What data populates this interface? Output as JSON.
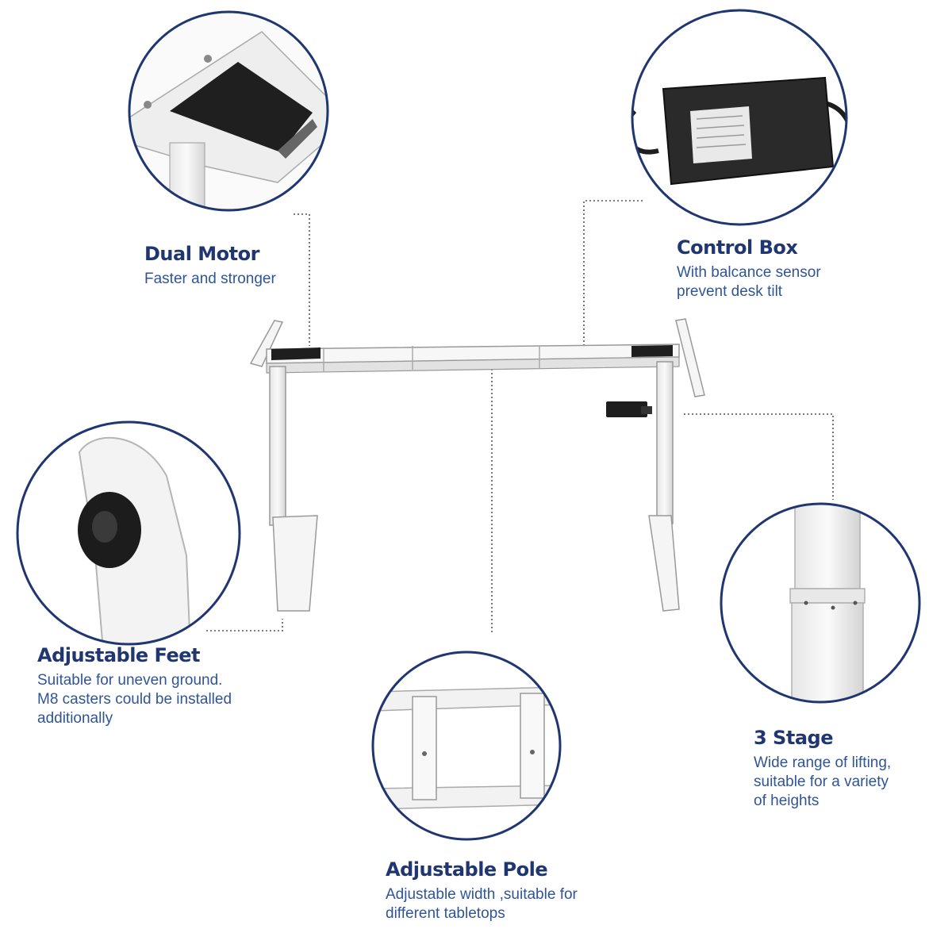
{
  "colors": {
    "accent": "#1f3670",
    "text": "#2f5597",
    "frame": "#f2f2f2",
    "frame_edge": "#9a9a9a",
    "dark_part": "#1e1e1e"
  },
  "features": {
    "dual_motor": {
      "title": "Dual Motor",
      "desc": [
        "Faster and stronger"
      ]
    },
    "control_box": {
      "title": "Control Box",
      "desc": [
        "With balcance sensor",
        "prevent desk tilt"
      ]
    },
    "adjustable_feet": {
      "title": "Adjustable Feet",
      "desc": [
        "Suitable for uneven ground.",
        "M8 casters could be installed",
        "additionally"
      ]
    },
    "three_stage": {
      "title": "3 Stage",
      "desc": [
        "Wide range of lifting,",
        "suitable for a variety",
        "of heights"
      ]
    },
    "adjustable_pole": {
      "title": "Adjustable Pole",
      "desc": [
        "Adjustable width ,suitable for",
        "different  tabletops"
      ]
    }
  }
}
